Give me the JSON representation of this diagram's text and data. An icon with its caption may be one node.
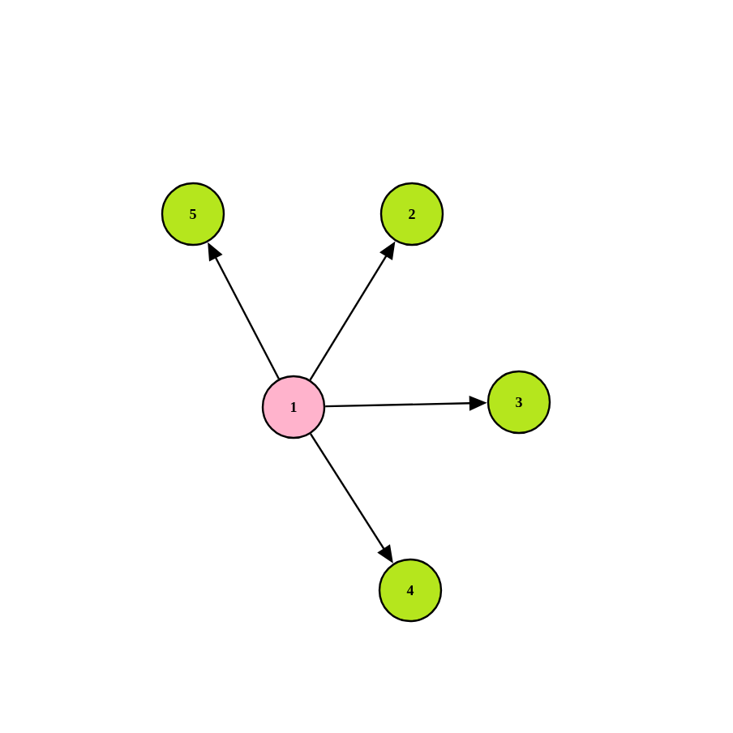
{
  "diagram": {
    "nodes": [
      {
        "text": [
          "1"
        ]
      },
      {
        "text": [
          "2"
        ]
      },
      {
        "text": [
          "3"
        ]
      },
      {
        "text": [
          "4"
        ]
      },
      {
        "text": [
          "5"
        ]
      }
    ],
    "edges": [
      {
        "from": 0,
        "to": 1,
        "arrow": "to"
      },
      {
        "from": 0,
        "to": 2,
        "arrow": "to"
      },
      {
        "from": 0,
        "to": 3,
        "arrow": "to"
      },
      {
        "from": 0,
        "to": 4,
        "arrow": "to"
      }
    ]
  }
}
